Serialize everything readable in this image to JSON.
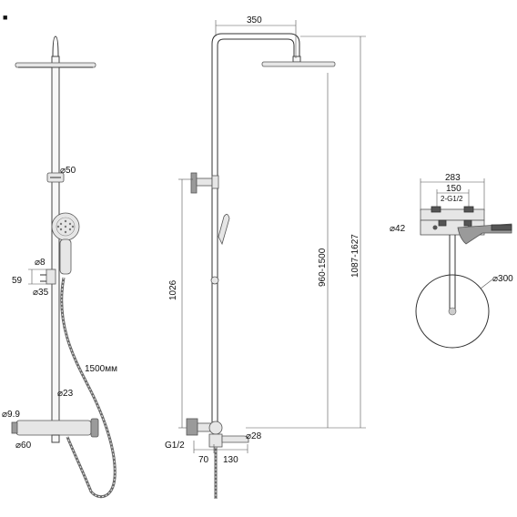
{
  "labels": {
    "corner_marker": "■",
    "front": {
      "d_bracket": "⌀50",
      "d_hand": "⌀8",
      "h_holder": "59",
      "d_holder": "⌀35",
      "hose": "1500мм",
      "d_bar": "⌀23",
      "d_inlet": "⌀9.9",
      "d_mixer": "⌀60"
    },
    "side": {
      "width_top": "350",
      "h_1026": "1026",
      "h_range": "960-1500",
      "h_total": "1087-1627",
      "d_spout": "⌀28",
      "thread": "G1/2",
      "w_70": "70",
      "w_130": "130"
    },
    "top": {
      "w_283": "283",
      "w_150": "150",
      "thread": "2-G1/2",
      "d_42": "⌀42",
      "d_head": "⌀300"
    }
  }
}
